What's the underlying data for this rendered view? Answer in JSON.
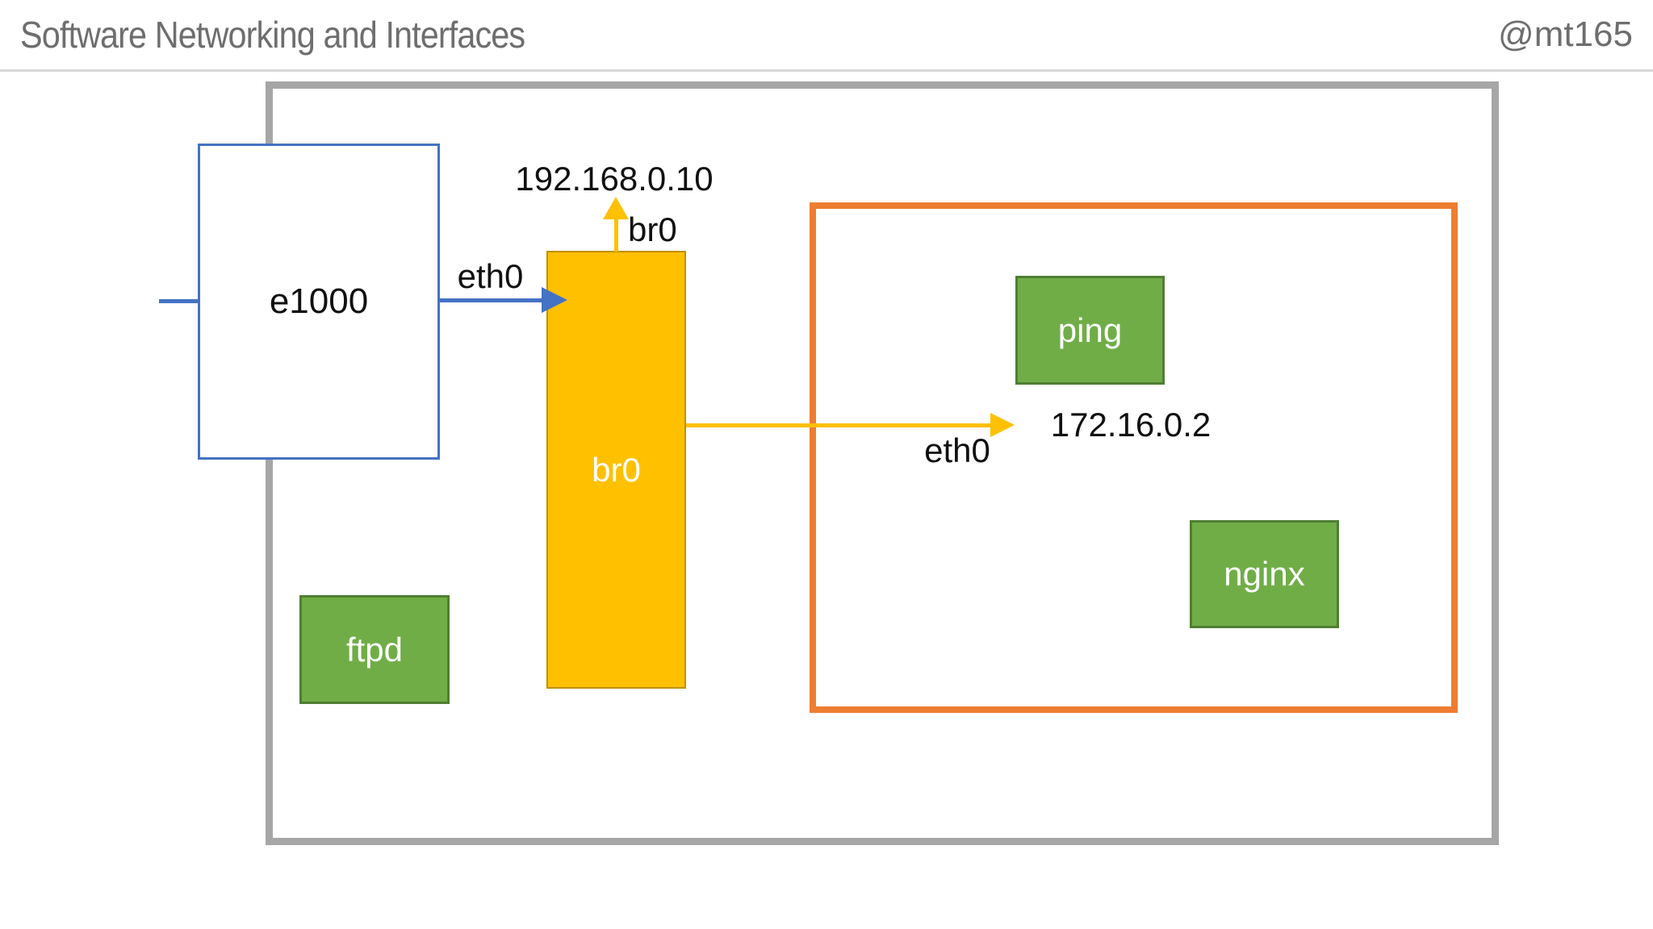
{
  "header": {
    "title": "Software Networking and Interfaces",
    "author_handle": "@mt165"
  },
  "diagram": {
    "host_box": {
      "nic": {
        "label": "e1000"
      },
      "nic_link": {
        "label": "eth0"
      },
      "bridge": {
        "label": "br0"
      },
      "bridge_interface": {
        "label": "br0",
        "ip": "192.168.0.10"
      },
      "container_link": {
        "label": "eth0",
        "ip": "172.16.0.2"
      },
      "process_ftpd": {
        "label": "ftpd"
      }
    },
    "container_box": {
      "process_ping": {
        "label": "ping"
      },
      "process_nginx": {
        "label": "nginx"
      }
    }
  },
  "colors": {
    "accent-blue": "#4472C4",
    "accent-yellow": "#FFC000",
    "accent-yellow-border": "#BF9000",
    "accent-orange": "#ED7D31",
    "accent-green": "#70AD47",
    "accent-green-border": "#507E32",
    "host-border-gray": "#A6A6A6",
    "header-text-gray": "#6E6E6E",
    "divider-gray": "#D8D8D8"
  }
}
